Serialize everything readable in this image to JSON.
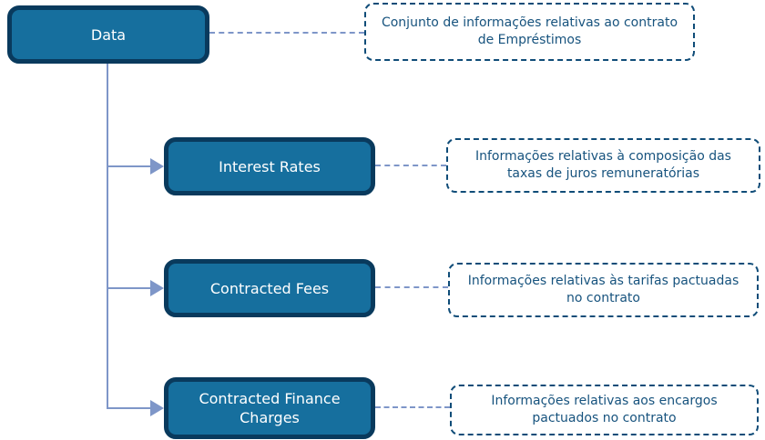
{
  "palette": {
    "node_fill": "#166F9E",
    "node_border": "#093A5D",
    "node_text": "#FFFFFF",
    "note_border": "#0F4C78",
    "note_text": "#17537E",
    "connector": "#7E96C8"
  },
  "diagram": {
    "root": {
      "label": "Data",
      "note": "Conjunto de informações relativas ao contrato de Empréstimos"
    },
    "children": [
      {
        "label": "Interest Rates",
        "note": "Informações relativas à composição das taxas de juros remuneratórias"
      },
      {
        "label": "Contracted Fees",
        "note": "Informações relativas às tarifas pactuadas no contrato"
      },
      {
        "label": "Contracted Finance Charges",
        "note": "Informações relativas aos encargos pactuados no contrato"
      }
    ]
  }
}
